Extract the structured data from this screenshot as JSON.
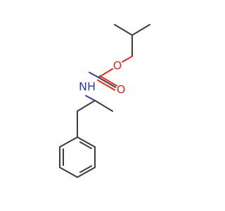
{
  "molecule": {
    "atoms": {
      "oxygen_ester": "O",
      "oxygen_carbonyl": "O",
      "nitrogen": "NH"
    },
    "colors": {
      "bond": "#3c3c3c",
      "oxygen": "#e8291c",
      "nitrogen": "#2f3ea6",
      "background": "#ffffff"
    }
  }
}
